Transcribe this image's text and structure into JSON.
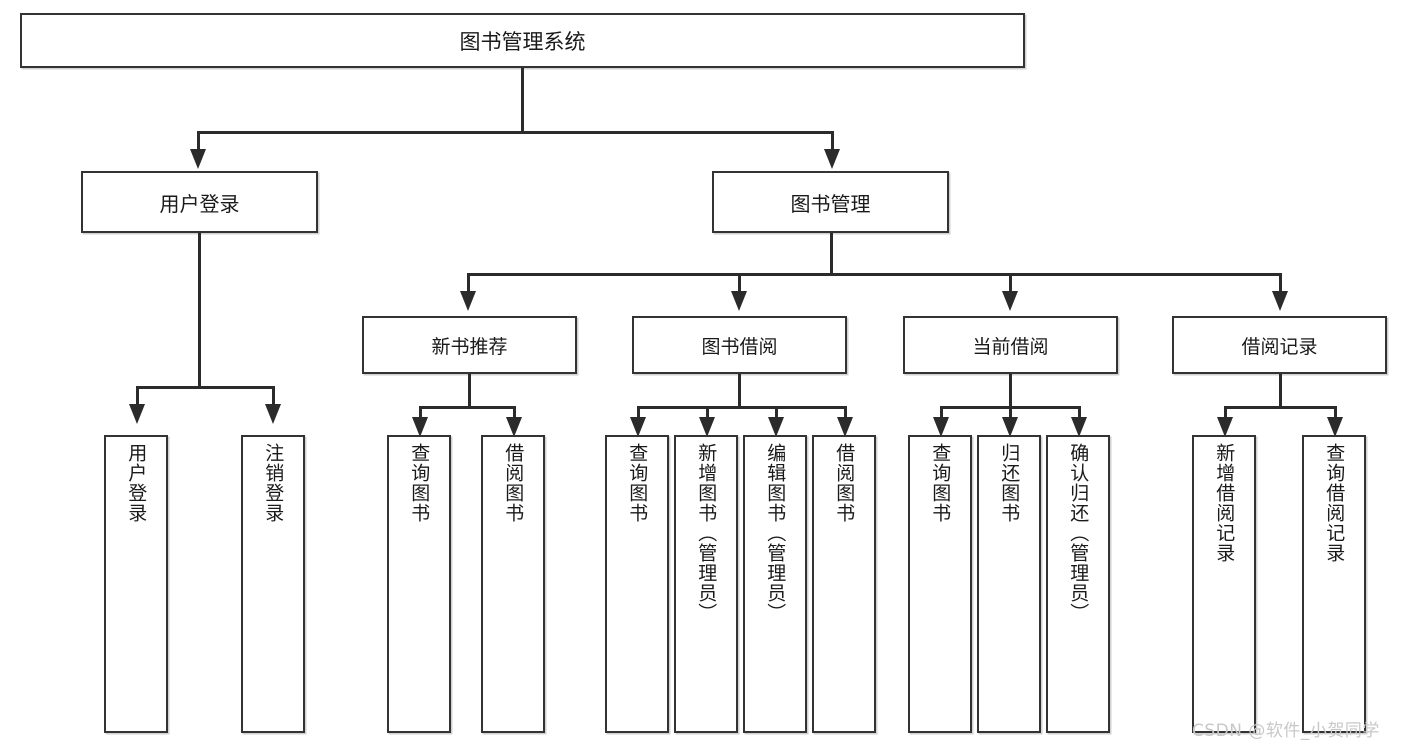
{
  "diagram": {
    "type": "tree-hierarchy",
    "title": "图书管理系统",
    "orientation": "top-down",
    "watermark": "CSDN @软件_小贺同学",
    "colors": {
      "box_border": "#333333",
      "box_fill": "#ffffff",
      "connector": "#2b2b2b",
      "text": "#1a1a1a",
      "watermark": "#c8c8c8",
      "background": "#ffffff"
    },
    "root": {
      "label": "图书管理系统"
    },
    "level2": [
      {
        "id": "user-login",
        "label": "用户登录"
      },
      {
        "id": "book-manage",
        "label": "图书管理"
      }
    ],
    "level3": [
      {
        "id": "new-book-recommend",
        "label": "新书推荐",
        "parent": "book-manage"
      },
      {
        "id": "book-borrow",
        "label": "图书借阅",
        "parent": "book-manage"
      },
      {
        "id": "current-borrow",
        "label": "当前借阅",
        "parent": "book-manage"
      },
      {
        "id": "borrow-record",
        "label": "借阅记录",
        "parent": "book-manage"
      }
    ],
    "leaves": {
      "user-login": [
        {
          "id": "leaf-user-login",
          "label": "用户登录"
        },
        {
          "id": "leaf-logout",
          "label": "注销登录"
        }
      ],
      "new-book-recommend": [
        {
          "id": "leaf-query-book-1",
          "label": "查询图书"
        },
        {
          "id": "leaf-borrow-book-1",
          "label": "借阅图书"
        }
      ],
      "book-borrow": [
        {
          "id": "leaf-query-book-2",
          "label": "查询图书"
        },
        {
          "id": "leaf-add-book",
          "label": "新增图书（管理员）"
        },
        {
          "id": "leaf-edit-book",
          "label": "编辑图书（管理员）"
        },
        {
          "id": "leaf-borrow-book-2",
          "label": "借阅图书"
        }
      ],
      "current-borrow": [
        {
          "id": "leaf-query-book-3",
          "label": "查询图书"
        },
        {
          "id": "leaf-return-book",
          "label": "归还图书"
        },
        {
          "id": "leaf-confirm-return",
          "label": "确认归还（管理员）"
        }
      ],
      "borrow-record": [
        {
          "id": "leaf-add-record",
          "label": "新增借阅记录"
        },
        {
          "id": "leaf-query-record",
          "label": "查询借阅记录"
        }
      ]
    }
  }
}
